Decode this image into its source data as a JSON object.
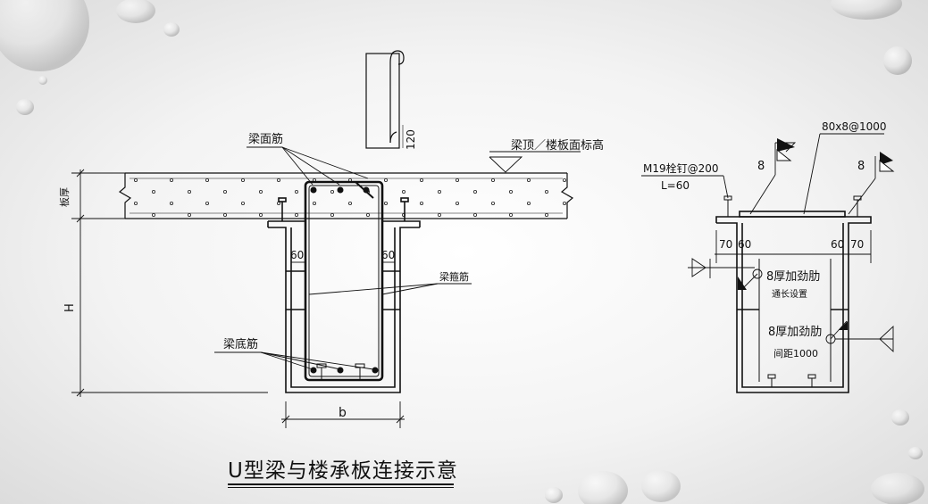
{
  "left": {
    "beam_top_bar": "梁面筋",
    "slab_top_level": "梁顶／楼板面标高",
    "hook_len": "120",
    "slab_thk": "板厚",
    "height": "H",
    "dim_60_l": "60",
    "dim_60_r": "60",
    "stirrup": "梁箍筋",
    "bottom_bar": "梁底筋",
    "width": "b"
  },
  "right": {
    "plate": "80x8@1000",
    "weld_l": "8",
    "weld_r": "8",
    "stud": "M19栓钉@200",
    "stud_len": "L=60",
    "d70_l": "70",
    "d60_l": "60",
    "d60_r": "60",
    "d70_r": "70",
    "rib1": "8厚加劲肋",
    "rib1_note": "通长设置",
    "rib2": "8厚加劲肋",
    "rib2_note": "间距1000"
  },
  "caption": "U型梁与楼承板连接示意"
}
